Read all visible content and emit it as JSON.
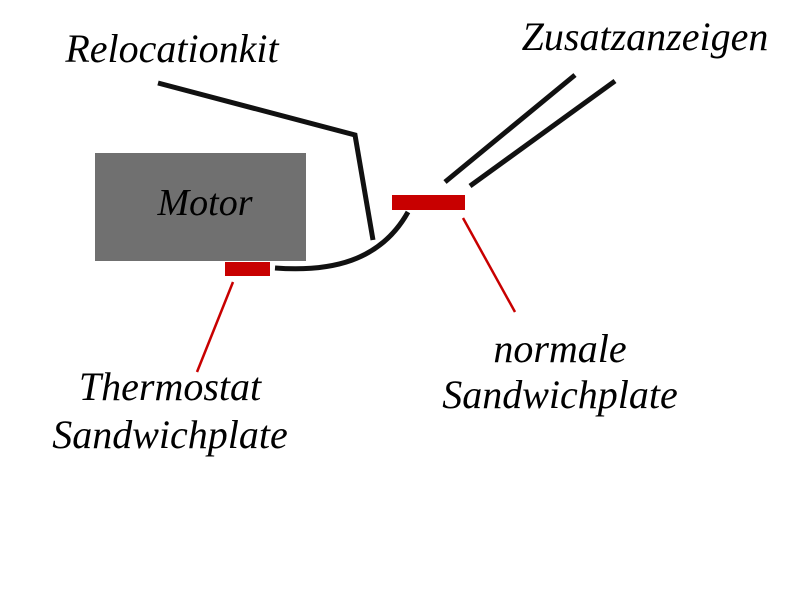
{
  "labels": {
    "motor": "Motor",
    "relocationkit": "Relocationkit",
    "zusatzanzeigen": "Zusatzanzeigen",
    "normale_line1": "normale",
    "normale_line2": "Sandwichplate",
    "thermostat_line1": "Thermostat",
    "thermostat_line2": "Sandwichplate"
  },
  "colors": {
    "motor_box": "#707070",
    "plate": "#c80000",
    "line": "#111111"
  }
}
